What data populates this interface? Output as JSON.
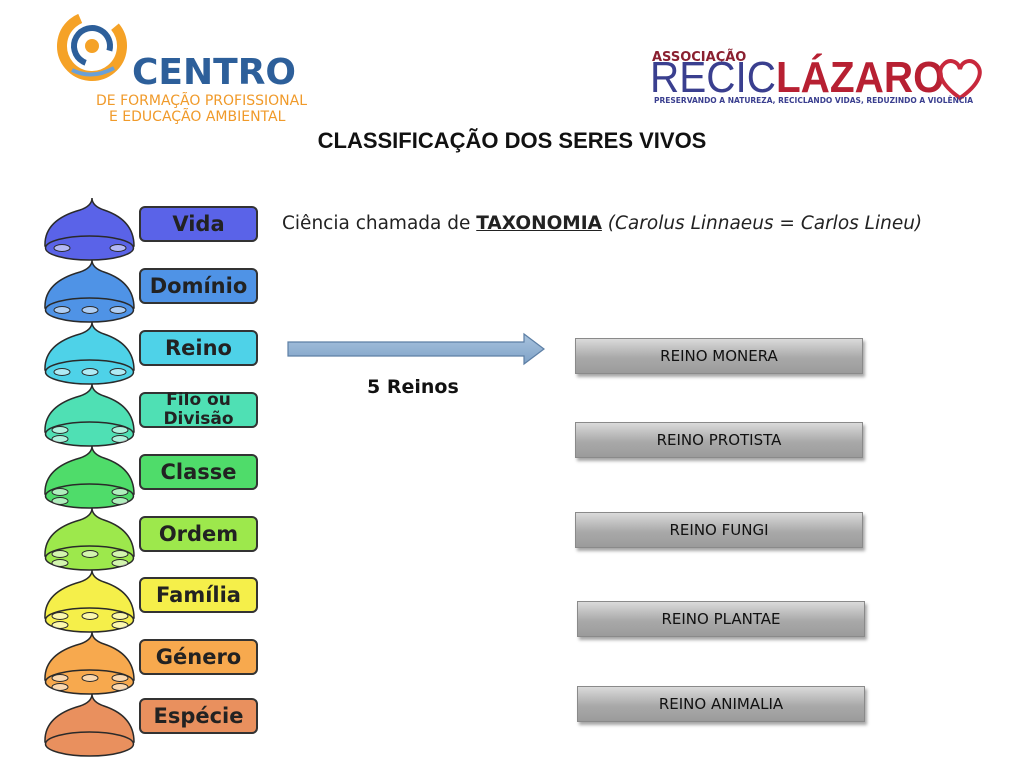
{
  "logos": {
    "centro": {
      "title": "CENTRO",
      "line1": "DE FORMAÇÃO PROFISSIONAL",
      "line2": "E EDUCAÇÃO AMBIENTAL"
    },
    "reciclazaro": {
      "association": "ASSOCIAÇÃO",
      "name_part1": "RECIC",
      "name_part2": "LÁZARO",
      "tagline": "PRESERVANDO A NATUREZA, RECICLANDO VIDAS, REDUZINDO A VIOLÊNCIA"
    }
  },
  "title": "CLASSIFICAÇÃO DOS SERES VIVOS",
  "subtitle": {
    "prefix": "Ciência chamada de ",
    "keyword": "TAXONOMIA",
    "suffix": "(Carolus Linnaeus = Carlos Lineu)"
  },
  "ranks": [
    {
      "label": "Vida",
      "color": "#5a63e8"
    },
    {
      "label": "Domínio",
      "color": "#4f93e6"
    },
    {
      "label": "Reino",
      "color": "#4ed2e8"
    },
    {
      "label": "Filo ou Divisão",
      "color": "#4fe0b4"
    },
    {
      "label": "Classe",
      "color": "#4fdc6a"
    },
    {
      "label": "Ordem",
      "color": "#9de84c"
    },
    {
      "label": "Família",
      "color": "#f5ef4a"
    },
    {
      "label": "Género",
      "color": "#f7a94e"
    },
    {
      "label": "Espécie",
      "color": "#e9905e"
    }
  ],
  "reinos_count": "5 Reinos",
  "kingdoms": [
    "REINO MONERA",
    "REINO PROTISTA",
    "REINO FUNGI",
    "REINO PLANTAE",
    "REINO ANIMALIA"
  ]
}
